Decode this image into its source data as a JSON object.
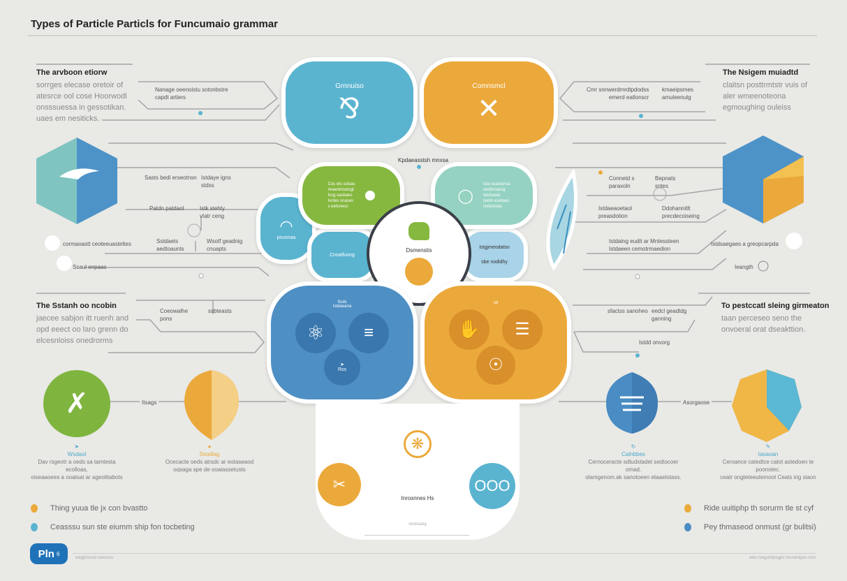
{
  "title": "Types of Particle Particls for Funcumaio grammar",
  "left_top": {
    "title": "The arvboon etiorw",
    "lines": [
      "sorrges elecase oretoir of",
      "atesrce ool cose Hoorwodl",
      "onsssuessa in gessotikan.",
      "uaes em nesiticks."
    ]
  },
  "right_top": {
    "title": "The Nsigem muiadtd",
    "lines": [
      "claitsn posttrmtstr vuis of",
      "aler wmeenoteona",
      "egmoughing ouleiss"
    ]
  },
  "left_mid": {
    "title": "The Sstanh oo ncobin",
    "lines": [
      "jaecee sabjon itt ruenh and",
      "opd eeect oo laro grenn do",
      "elcesnloiss onedrorms"
    ]
  },
  "right_mid": {
    "title": "To pestccatl sleing girmeaton",
    "lines": [
      "taan perceseo seno the",
      "onvoeral orat dseakttion."
    ]
  },
  "callouts": {
    "c1": "Nanage oeenoistu sotonbstre",
    "c1b": "capdt artiers",
    "c2": "Cmr snnwerdmrdtpdodss",
    "c2b": "emerd eatlonscr",
    "c3": "kmaeipsmes",
    "c3b": "amuleenutg",
    "c4": "Kpdaeasstsh mnxsa",
    "c5": "Sasts bedi erseotnsn",
    "c6": "Istdaye igns",
    "c6b": "stdxs",
    "c7": "Patdn patdaol",
    "c8": "Istk stehty",
    "c8b": "vtatr ceng",
    "c9": "cormaoastt ceoteeuasteltes",
    "c10": "Sstdaets",
    "c10b": "aedtoaunts",
    "c11": "Wsotf geadnig",
    "c11b": "cnuapts",
    "c12": "Ssaul enpaas",
    "c13": "Connetd s",
    "c13b": "paraxoln",
    "c14": "Bepnats",
    "c14b": "sntes",
    "c15": "Istdaeaoetaol",
    "c15b": "preasdotion",
    "c16": "Ddohannitlt",
    "c16b": "precdecoiseing",
    "c17": "Istdaing eudit ar Mntessteen",
    "c17b": "Istdaeen cemotrmaedion",
    "c18": "Istdsaegaes a greopcarpda",
    "c19": "Ieangth",
    "c20": "Coeowalhe",
    "c20b": "pons",
    "c21": "ssbteasts",
    "c22": "sfactss sanoheo",
    "c23": "eedcl geadtdg",
    "c23b": "ganning",
    "c24": "Istdd onvorg"
  },
  "pills": {
    "blue_title": "Grnnuiso",
    "orange_title": "Comnsmcl",
    "blue_small": "psusnaa",
    "blue_low": "Cnsatfuong",
    "lightblue": "Istgjmeodatso",
    "lightblue2": "sbe nodidhy",
    "center": "Dsmenstis",
    "green_text": [
      "Cos ets sstsas",
      "nnaestnsotsgt",
      "Issg sasbaes",
      "Isntes snases",
      "s eetsneso"
    ],
    "mint_text": [
      "Ista seaotsnsa",
      "sestlsnaesg",
      "sestnaea",
      "Isetm esetaes",
      "sndastsas"
    ],
    "big_blue_top": "Ssds",
    "big_blue_top2": "Istdaeana",
    "big_blue_sub": "Rss",
    "big_orange_top": "sd",
    "panel_label": "Inrosnnes Hs",
    "panel_sub": "stndsaoig"
  },
  "bottom": [
    {
      "label": "Wsdaol",
      "caption": [
        "Dav rsgeotr a oeds sa tamtesta ecolloas,",
        "oiseaaoees a ooatsat ar ageotitabots"
      ],
      "color": "#4aa8c8"
    },
    {
      "label": "Ssodlag",
      "caption": [
        "Ocecacte oeds atrsdc ar eotaseaod",
        "oqsaga spe de ooaiassetusts"
      ],
      "color": "#e8a83a"
    },
    {
      "label": "Calnbbes",
      "caption": [
        "Cernoceracte sdtudstadet sedtocoer omad.",
        "olamgenom.ak sanotoeen etaaelotass."
      ],
      "color": "#4aa8c8"
    },
    {
      "label": "Iasaoan",
      "caption": [
        "Ceroance catedtce catot astedoen te poonotec.",
        "ceatr ongteteeutemoot Ceats irig siaon"
      ],
      "color": "#4aa8c8"
    }
  ],
  "bottom_links": {
    "l1": "Itsags",
    "l2": "Asorgaose"
  },
  "legend_left": [
    "Thing yuua tle jx con bvastto",
    "Ceasssu sun ste eiumm ship fon tocbeting"
  ],
  "legend_right": [
    "Ride uuitiphp th sorurm tle st cyf",
    "Pey thmaseod onmust (gr bulitsi)"
  ],
  "badge": "Pln",
  "badge_num": "6",
  "footer_left": "wegpriossd oeessss",
  "footer_right": "wws toagotiopsgpo toenaoigas.coro",
  "colors": {
    "blue": "#5ab4d0",
    "orange": "#eba93b",
    "green": "#86b840",
    "mint": "#95d2c2",
    "deep_blue": "#4a8bc2",
    "badge": "#1f72b8"
  }
}
